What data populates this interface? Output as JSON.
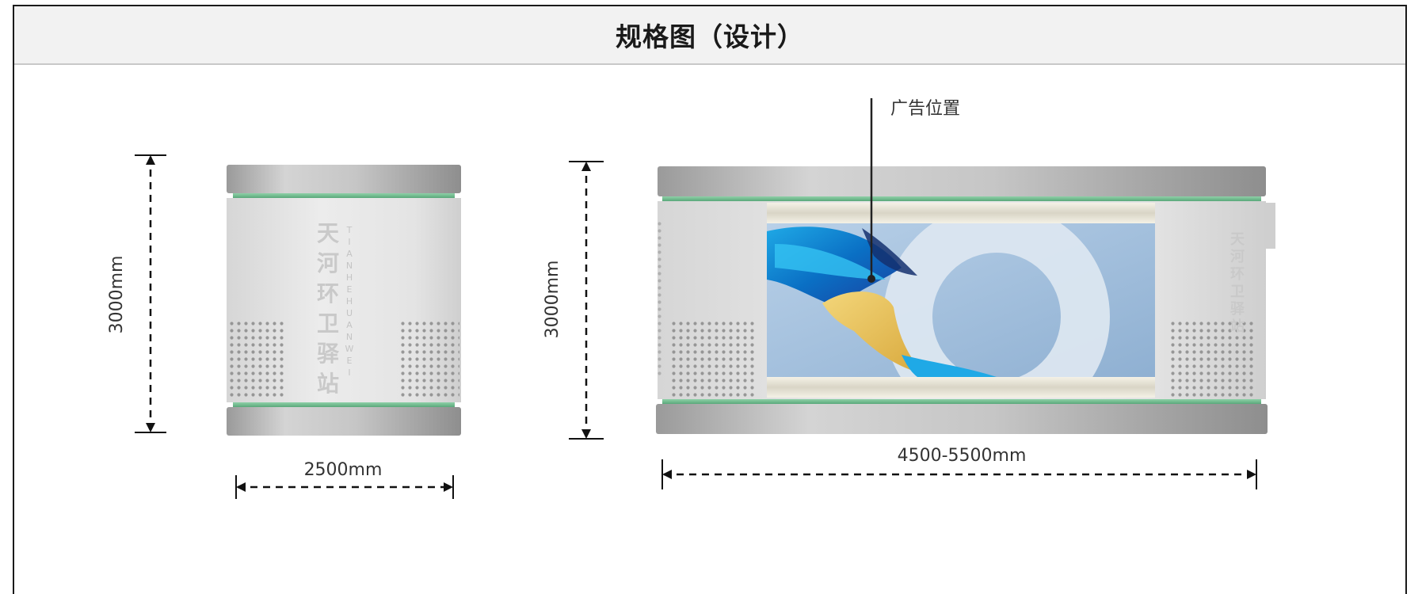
{
  "header": {
    "title": "规格图（设计）"
  },
  "callout": {
    "label": "广告位置"
  },
  "dimensions": {
    "left_height": "3000mm",
    "left_width": "2500mm",
    "right_height": "3000mm",
    "right_width": "4500-5500mm"
  },
  "brand": {
    "cn_chars": [
      "天",
      "河",
      "环",
      "卫",
      "驿",
      "站"
    ],
    "en_letters": [
      "T",
      "I",
      "A",
      "N",
      "H",
      "E",
      "H",
      "U",
      "A",
      "N",
      "W",
      "E",
      "I"
    ],
    "side_chars": [
      "天",
      "河",
      "环",
      "卫",
      "驿",
      "站"
    ]
  },
  "colors": {
    "green_band": "#6fbf8e",
    "cap_gray": "#a9a9a9",
    "body_gray": "#e2e2e2",
    "screen_blue": "#9fbfdc",
    "dimension_line": "#111111"
  }
}
